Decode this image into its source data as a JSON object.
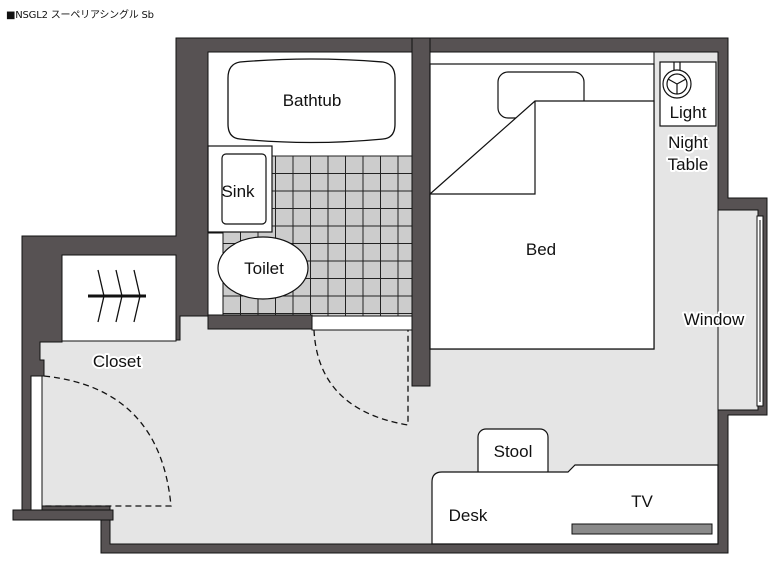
{
  "header": {
    "title": "■NSGL2 スーペリアシングル Sb"
  },
  "plan": {
    "rooms": {
      "bathtub": "Bathtub",
      "sink": "Sink",
      "toilet": "Toilet",
      "closet": "Closet",
      "bed": "Bed",
      "light": "Light",
      "night_table": [
        "Night",
        "Table"
      ],
      "window": "Window",
      "stool": "Stool",
      "desk": "Desk",
      "tv": "TV"
    },
    "colors": {
      "wall": "#575253",
      "floor": "#e5e5e5",
      "tile": "#cccccc",
      "furniture": "#ffffff",
      "tv": "#8a8a8a"
    }
  }
}
